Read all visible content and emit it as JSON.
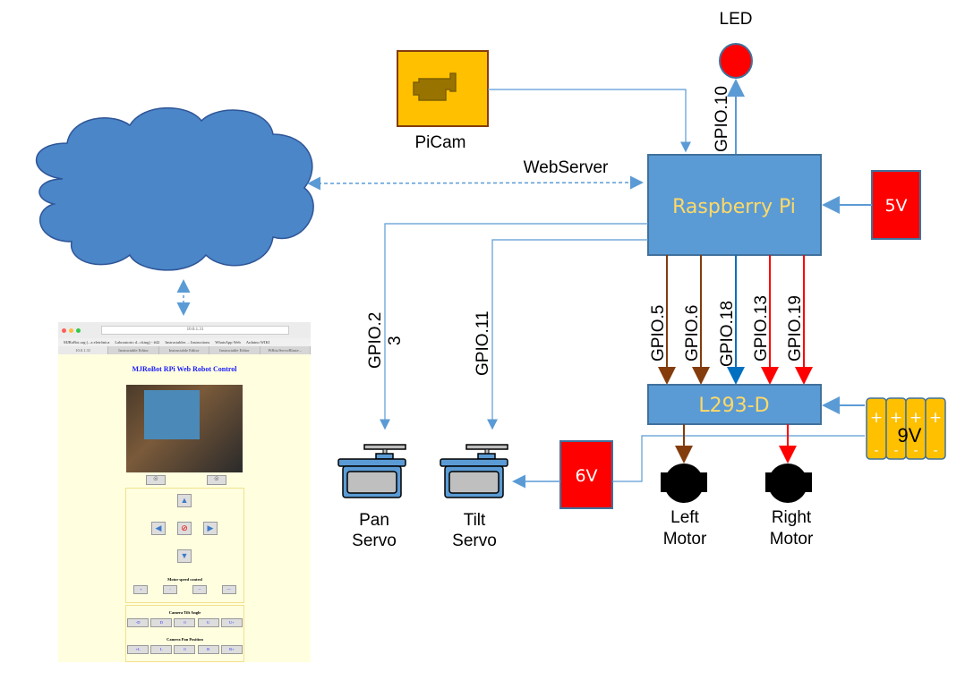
{
  "labels": {
    "led": "LED",
    "picam": "PiCam",
    "webserver": "WebServer",
    "raspberry_pi": "Raspberry Pi",
    "v5": "5V",
    "v6": "6V",
    "v9": "9V",
    "l293": "L293-D",
    "gpio10": "GPIO.10",
    "gpio23_a": "GPIO.2",
    "gpio23_b": "3",
    "gpio11": "GPIO.11",
    "gpio5": "GPIO.5",
    "gpio6": "GPIO.6",
    "gpio18": "GPIO.18",
    "gpio13": "GPIO.13",
    "gpio19": "GPIO.19",
    "pan_servo": [
      "Pan",
      "Servo"
    ],
    "tilt_servo": [
      "Tilt",
      "Servo"
    ],
    "left_motor": [
      "Left",
      "Motor"
    ],
    "right_motor": [
      "Right",
      "Motor"
    ],
    "battery_plus": "+",
    "battery_minus": "-"
  },
  "colors": {
    "box_fill": "#5b9bd5",
    "box_border": "#41719c",
    "text_yellow": "#ffd966",
    "brown": "#843c0c",
    "red": "#ff0000",
    "blue_line": "#0070c0",
    "picam_fill": "#ffc000"
  },
  "browser": {
    "url": "10.0.1.31",
    "bookmarks": [
      "MJRoBot.org (...a eletrônica",
      "Laboratorio d...cking) - #42",
      "Instructables ... Instructions",
      "WhatsApp Web",
      "Arduino WIKI"
    ],
    "tabs": [
      "10.0.1.31",
      "Instructable Editor",
      "Instructable Editor",
      "Instructable Editor",
      "PiBits/ServoBlaste..."
    ],
    "page_title": "MJRoBot RPi Web Robot Control",
    "speed_label": "Motor speed control",
    "speed_buttons": [
      "+",
      "-",
      "--",
      "---"
    ],
    "tilt_label": "Camera Tilt Angle",
    "tilt_buttons": [
      "-D",
      "D",
      "0",
      "U",
      "U+"
    ],
    "pan_label": "Camera Pan Position",
    "pan_buttons": [
      "+L",
      "L",
      "0",
      "R",
      "R+"
    ]
  }
}
